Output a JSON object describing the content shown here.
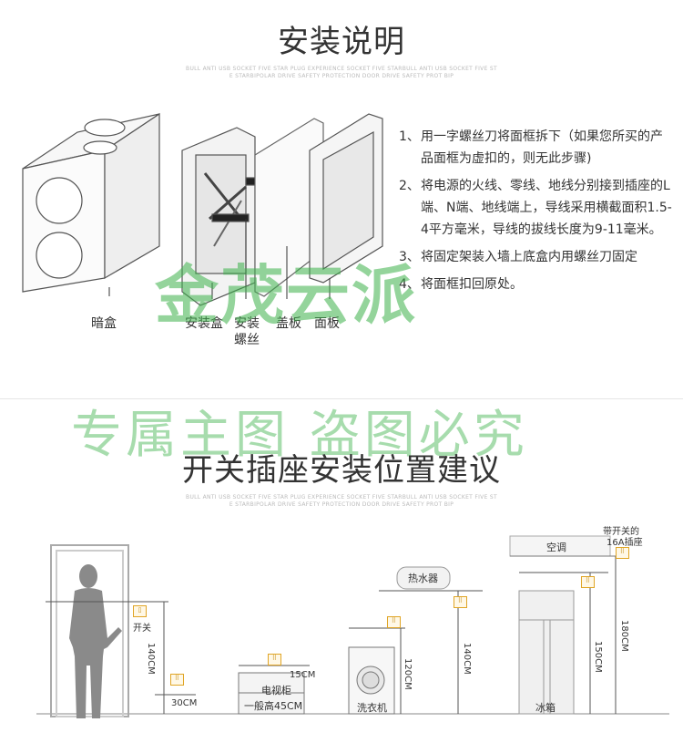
{
  "section1": {
    "title": "安装说明",
    "subtitle_line1": "BULL ANTI USB SOCKET FIVE STAR PLUG EXPERIENCE SOCKET FIVE STARBULL ANTI USB SOCKET FIVE ST",
    "subtitle_line2": "E STARBIPOLAR DRIVE SAFETY PROTECTION DOOR  DRIVE SAFETY PROT BIP",
    "labels": {
      "dark_box": "暗盒",
      "install_box": "安装盒",
      "install_screw_1": "安装",
      "install_screw_2": "螺丝",
      "cover": "盖板",
      "panel": "面板"
    },
    "steps": [
      {
        "num": "1、",
        "text": "用一字螺丝刀将面框拆下（如果您所买的产品面框为虚扣的，则无此步骤)"
      },
      {
        "num": "2、",
        "text": "将电源的火线、零线、地线分别接到插座的L端、N端、地线端上，导线采用横截面积1.5-4平方毫米，导线的拔线长度为9-11毫米。"
      },
      {
        "num": "3、",
        "text": "将固定架装入墙上底盒内用螺丝刀固定"
      },
      {
        "num": "4、",
        "text": "将面框扣回原处。"
      }
    ]
  },
  "watermarks": {
    "brand": "金茂云派",
    "notice": "专属主图  盗图必究"
  },
  "section2": {
    "title": "开关插座安装位置建议",
    "subtitle_line1": "BULL ANTI USB SOCKET FIVE STAR PLUG EXPERIENCE SOCKET FIVE STARBULL ANTI USB SOCKET FIVE ST",
    "subtitle_line2": "E STARBIPOLAR DRIVE SAFETY PROTECTION DOOR  DRIVE SAFETY PROT BIP",
    "labels": {
      "switch": "开关",
      "h140_door": "140CM",
      "h30": "30CM",
      "h15": "15CM",
      "tv_cabinet": "电视柜",
      "tv_height": "一般高45CM",
      "h120": "120CM",
      "washer": "洗衣机",
      "water_heater": "热水器",
      "h140_heater": "140CM",
      "h150": "150CM",
      "fridge": "冰箱",
      "aircon": "空调",
      "h180": "180CM",
      "switched_socket_1": "带开关的",
      "switched_socket_2": "16A插座"
    }
  },
  "colors": {
    "watermark_green": "#3db24b",
    "socket_orange": "#e0a526",
    "person_gray": "#8a8a8a"
  }
}
